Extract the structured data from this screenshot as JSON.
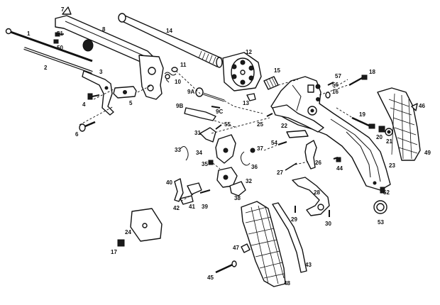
{
  "labels": {
    "l1": "1",
    "l2": "2",
    "l3": "3",
    "l4": "4",
    "l5": "5",
    "l6": "6",
    "l7": "7",
    "l8": "8",
    "l9a": "9A",
    "l9b": "9B",
    "l9c": "9C",
    "l10": "10",
    "l11": "11",
    "l12": "12",
    "l13": "13",
    "l14": "14",
    "l15": "15",
    "l16": "16",
    "l17": "17",
    "l18": "18",
    "l19": "19",
    "l20": "20",
    "l21": "21",
    "l22": "22",
    "l23": "23",
    "l24": "24",
    "l25": "25",
    "l26": "26",
    "l27": "27",
    "l28": "28",
    "l29": "29",
    "l30": "30",
    "l31": "31",
    "l32": "32",
    "l33": "33",
    "l34": "34",
    "l35": "35",
    "l36": "36",
    "l37": "37",
    "l38": "38",
    "l39": "39",
    "l40": "40",
    "l41": "41",
    "l42": "42",
    "l43": "43",
    "l44": "44",
    "l45": "45",
    "l46": "46",
    "l47": "47",
    "l48": "48",
    "l49": "49",
    "l50": "50",
    "l51": "51",
    "l52": "52",
    "l53": "53",
    "l54": "54",
    "l55": "55",
    "l56": "56",
    "l57": "57"
  }
}
